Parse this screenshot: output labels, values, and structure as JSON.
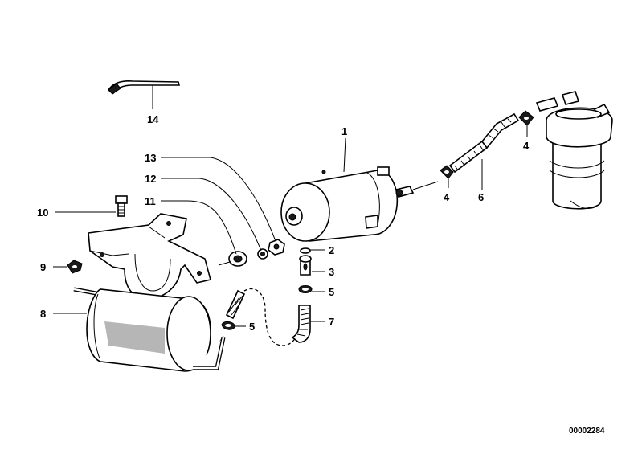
{
  "diagram": {
    "callouts": {
      "c1": "1",
      "c2": "2",
      "c3": "3",
      "c4a": "4",
      "c4b": "4",
      "c5a": "5",
      "c5b": "5",
      "c6": "6",
      "c7": "7",
      "c8": "8",
      "c9": "9",
      "c10": "10",
      "c11": "11",
      "c12": "12",
      "c13": "13",
      "c14": "14"
    },
    "drawing_code": "00002284"
  }
}
